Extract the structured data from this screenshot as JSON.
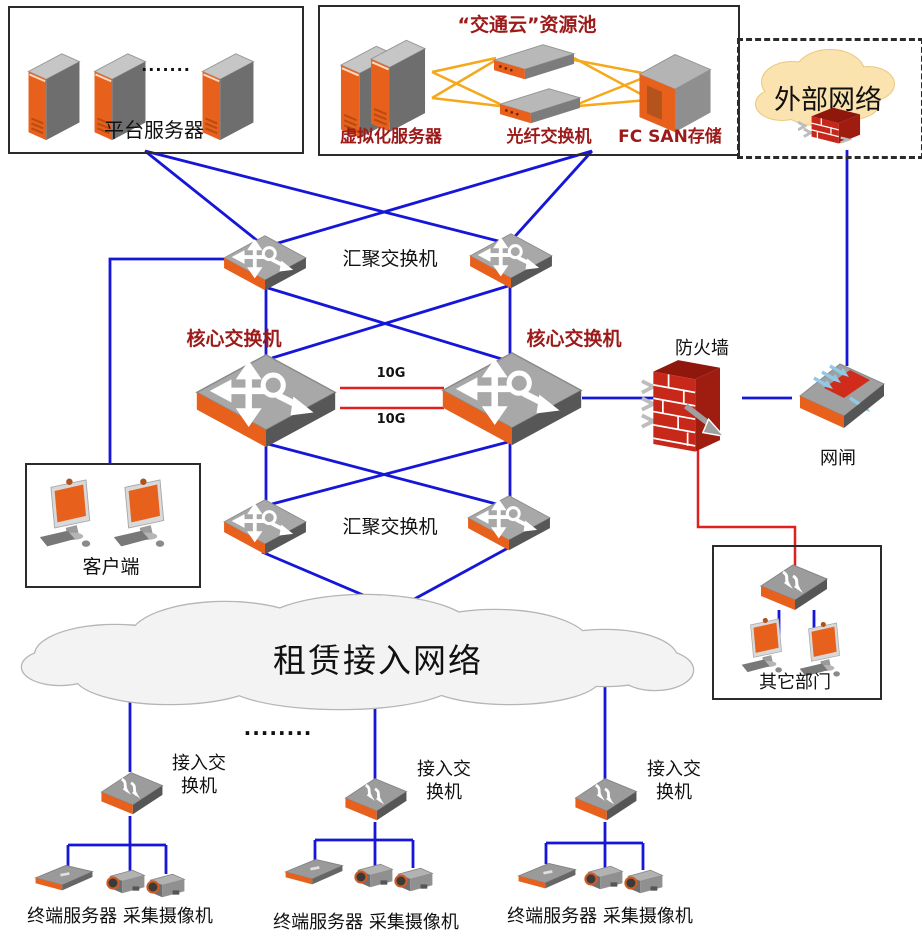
{
  "diagram": {
    "platform_box": {
      "label": "平台服务器",
      "dots": "......."
    },
    "cloud_pool_box": {
      "title": "“交通云”资源池",
      "server_label": "虚拟化服务器",
      "switch_label": "光纤交换机",
      "storage_label": "FC SAN存储"
    },
    "external_box": {
      "label": "外部网络"
    },
    "agg_switch_top_label": "汇聚交换机",
    "agg_switch_bottom_label": "汇聚交换机",
    "core_switch_left_label": "核心交换机",
    "core_switch_right_label": "核心交换机",
    "link_10g_top": "10G",
    "link_10g_bottom": "10G",
    "firewall_label": "防火墙",
    "gap_label": "网闸",
    "client_box": {
      "label": "客户端"
    },
    "other_dept_box": {
      "label": "其它部门"
    },
    "lease_cloud_label": "租赁接入网络",
    "dots_mid": "........",
    "access_groups": [
      {
        "switch_label": "接入交换机",
        "devices_label": "终端服务器 采集摄像机"
      },
      {
        "switch_label": "接入交换机",
        "devices_label": "终端服务器 采集摄像机"
      },
      {
        "switch_label": "接入交换机",
        "devices_label": "终端服务器 采集摄像机"
      }
    ],
    "colors": {
      "line_blue": "#1616d9",
      "line_red": "#e01f1f",
      "line_orange": "#f5a81c",
      "accent_orange": "#e8611c",
      "dark_red_text": "#9c1a1a",
      "cloud_tan": "#fbe3af"
    }
  }
}
